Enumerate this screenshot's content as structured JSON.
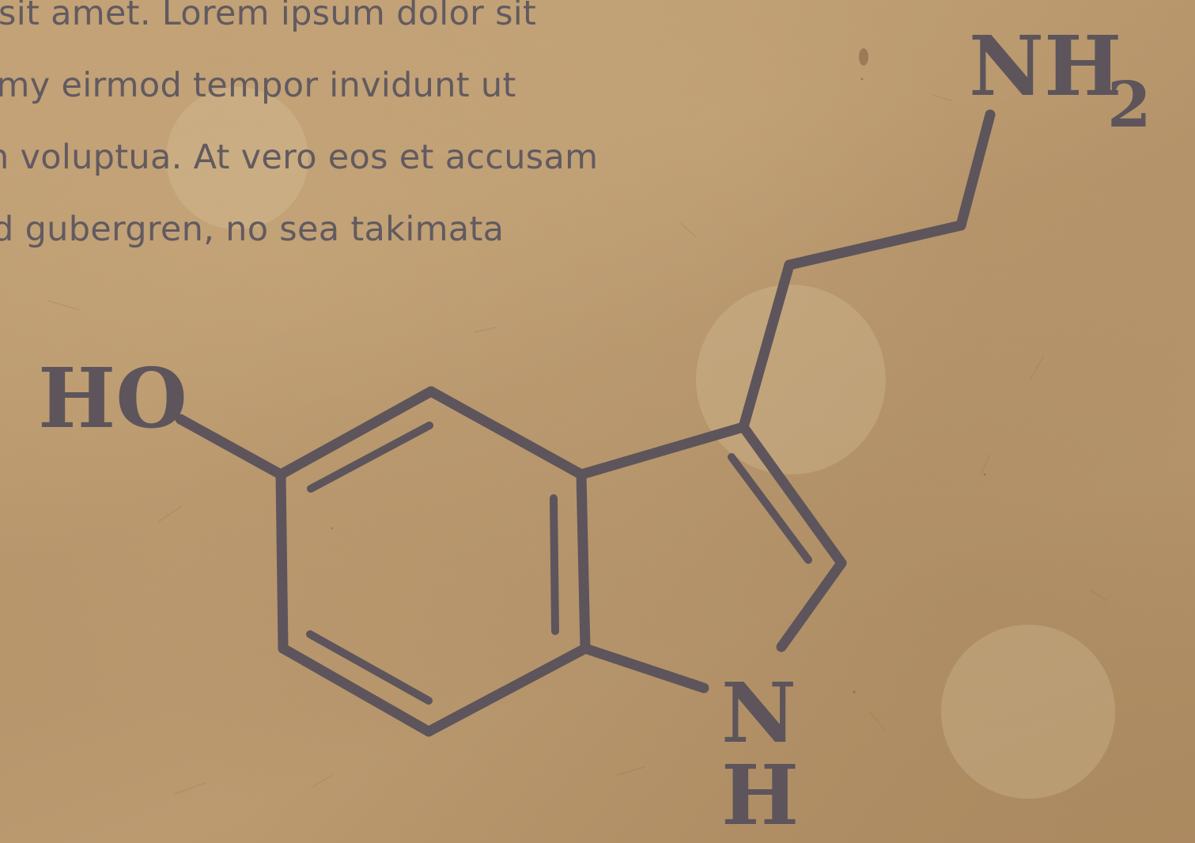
{
  "text_lines": [
    "sit amet. Lorem ipsum dolor sit",
    "umy eirmod tempor invidunt ut",
    "n voluptua. At vero eos et accusam",
    "d gubergren, no sea takimata"
  ],
  "atoms": {
    "hydroxyl": "HO",
    "amine_n": "NH",
    "amine_sub": "2",
    "ring_n": "N",
    "ring_h": "H"
  },
  "colors": {
    "ink": "#5d555b",
    "paper": "#b9966b"
  }
}
